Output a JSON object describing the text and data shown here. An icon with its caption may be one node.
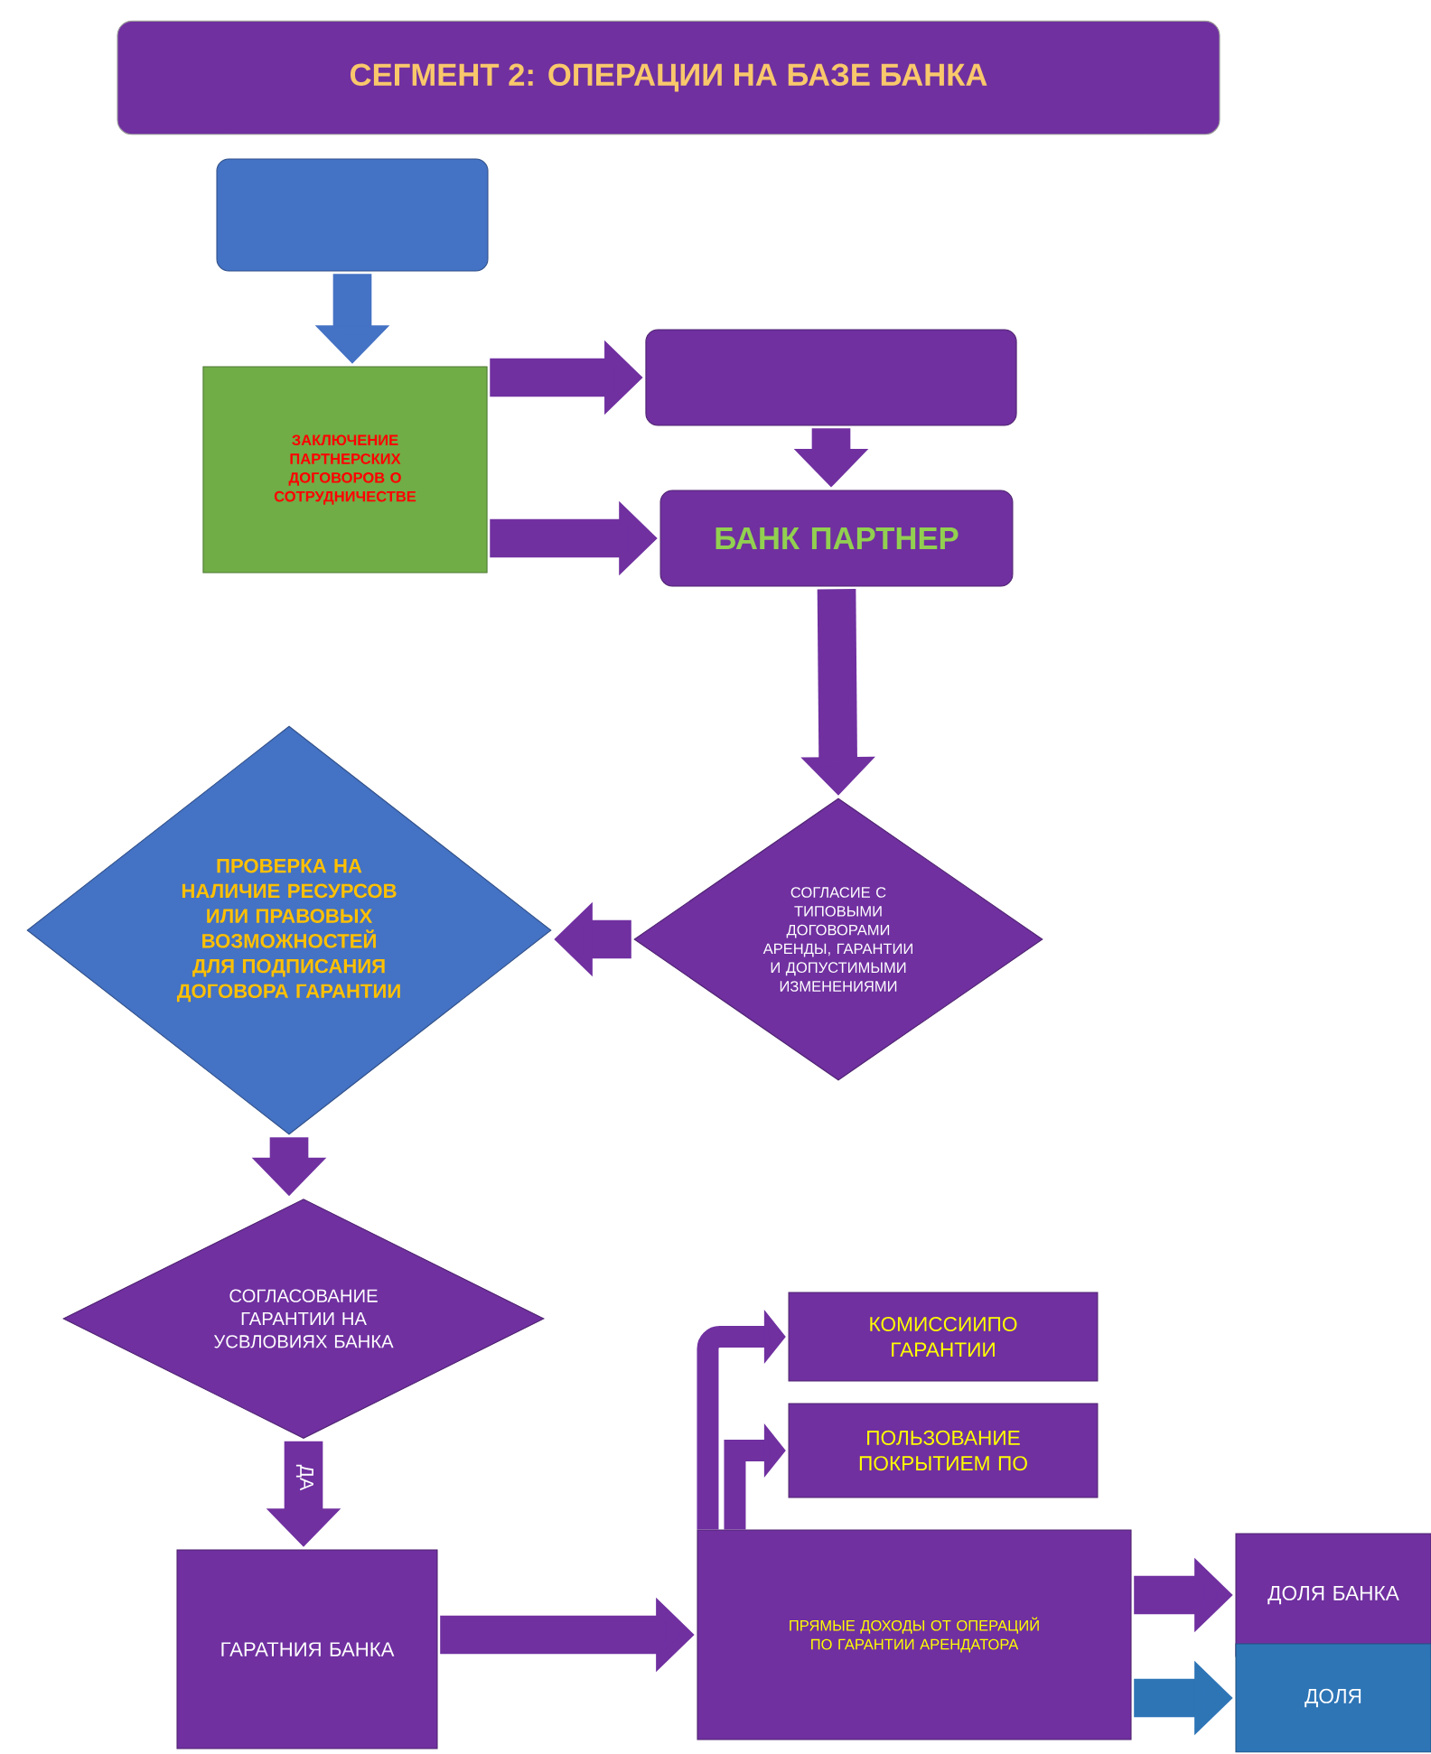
{
  "diagram": {
    "title": "СЕГМЕНТ 2: ОПЕРАЦИИ  НА БАЗЕ БАНКА",
    "nodes": [
      {
        "text": [],
        "shape": "box"
      },
      {
        "text": [
          "ЗАКЛЮЧЕНИЕ ПАРТНЕРСКИХ ДОГОВОРОВ О СОТРУДНИЧЕСТВЕ"
        ]
      },
      {
        "text": [],
        "shape": "box"
      },
      {
        "text": [
          "БАНК ПАРТНЕР"
        ]
      },
      {
        "text": [
          "СОГЛАСИЕ С ТИПОВЫМИ ДОГОВОРАМИ АРЕНДЫ, ГАРАНТИИ И ДОПУСТИМЫМИ ИЗМЕНЕНИЯМИ"
        ]
      },
      {
        "text": [
          "ПРОВЕРКА НА НАЛИЧИЕ РЕСУРСОВ ИЛИ ПРАВОВЫХ ВОЗМОЖНОСТЕЙ ДЛЯ ПОДПИСАНИЯ ДОГОВОРА ГАРАНТИИ"
        ]
      },
      {
        "text": [
          "СОГЛАСОВАНИЕ ГАРАНТИИ НА УСВЛОВИЯХ БАНКА"
        ]
      },
      {
        "text": [
          "ГАРАТНИЯ БАНКА"
        ]
      },
      {
        "text": [
          "КОМИССИИПО ГАРАНТИИ"
        ]
      },
      {
        "text": [
          "ПОЛЬЗОВАНИЕ ПОКРЫТИЕМ ПО"
        ]
      },
      {
        "text": [
          "ПРЯМЫЕ ДОХОДЫ ОТ ОПЕРАЦИЙ ПО ГАРАНТИИ АРЕНДАТОРА"
        ]
      },
      {
        "text": [
          "ДОЛЯ БАНКА"
        ]
      },
      {
        "text": [
          "ДОЛЯ"
        ]
      }
    ],
    "edges": [
      {
        "from": 0,
        "to": 1,
        "arrow": "to",
        "color": "#4472c4"
      },
      {
        "from": 1,
        "to": 2,
        "arrow": "to"
      },
      {
        "from": 1,
        "to": 3,
        "arrow": "to"
      },
      {
        "from": 2,
        "to": 3,
        "arrow": "to"
      },
      {
        "from": 3,
        "to": 4,
        "arrow": "to"
      },
      {
        "from": 4,
        "to": 5,
        "arrow": "to"
      },
      {
        "from": 5,
        "to": 6,
        "arrow": "to"
      },
      {
        "from": 6,
        "to": 7,
        "arrow": "to",
        "label": "ДА"
      },
      {
        "from": 7,
        "to": 10,
        "arrow": "to"
      },
      {
        "from": 10,
        "to": 8,
        "arrow": "to"
      },
      {
        "from": 10,
        "to": 9,
        "arrow": "to"
      },
      {
        "from": 10,
        "to": 11,
        "arrow": "to"
      },
      {
        "from": 10,
        "to": 12,
        "arrow": "to",
        "color": "#2e75b6"
      }
    ]
  }
}
